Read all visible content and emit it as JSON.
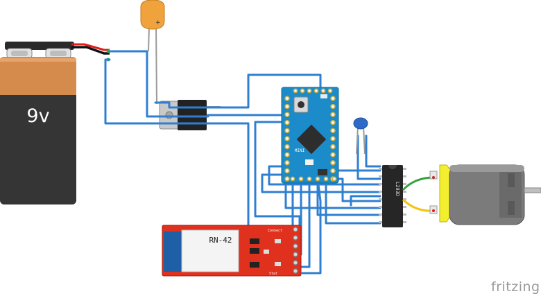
{
  "battery": {
    "label": "9v"
  },
  "bluetooth": {
    "label": "RN-42",
    "led_labels": [
      "Connect",
      "Stat"
    ]
  },
  "arduino": {
    "label": "MINI"
  },
  "driver": {
    "label": "L293D"
  },
  "watermark": {
    "label": "fritzing"
  }
}
